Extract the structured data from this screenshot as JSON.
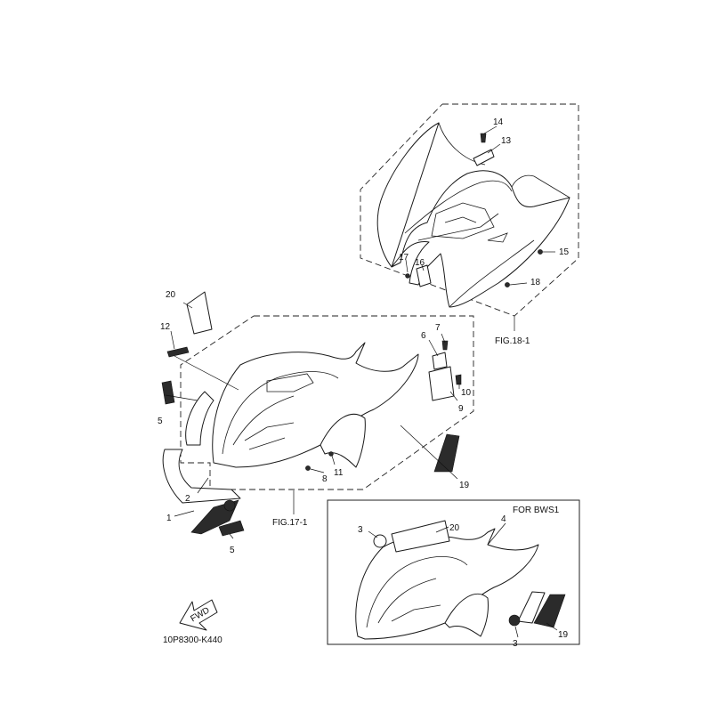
{
  "diagram": {
    "callouts": {
      "c1": "1",
      "c2": "2",
      "c5a": "5",
      "c5b": "5",
      "c6": "6",
      "c7": "7",
      "c8": "8",
      "c9": "9",
      "c10": "10",
      "c11": "11",
      "c12": "12",
      "c13": "13",
      "c14": "14",
      "c15": "15",
      "c16": "16",
      "c17": "17",
      "c18": "18",
      "c19": "19",
      "c20": "20",
      "inset_c3a": "3",
      "inset_c3b": "3",
      "inset_c4": "4",
      "inset_c19": "19",
      "inset_c20": "20"
    },
    "fig_front": "FIG.17-1",
    "fig_rear": "FIG.18-1",
    "inset_title": "FOR BWS1",
    "fwd_label": "FWD",
    "part_code": "10P8300-K440"
  }
}
